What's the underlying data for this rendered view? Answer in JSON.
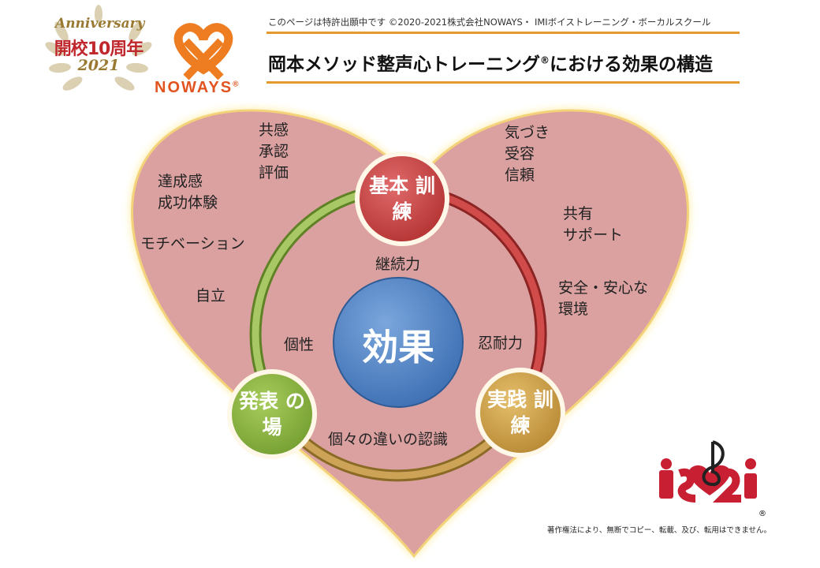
{
  "header": {
    "notice": "このページは特許出願中です ©2020-2021株式会社NOWAYS・ IMIボイストレーニング・ボーカルスクール",
    "title": "岡本メソッド整声心トレーニング",
    "title_mark": "®",
    "title_suffix": "における効果の構造"
  },
  "anniversary": {
    "line1": "Anniversary",
    "line2": "開校10周年",
    "year": "2021"
  },
  "brand": {
    "name": "NOWAYS",
    "mark": "®"
  },
  "diagram": {
    "center": "効果",
    "nodes": {
      "basic": "基本\n訓練",
      "practice": "実践\n訓練",
      "presentation": "発表\nの場"
    },
    "links": {
      "basic_practice": "忍耐力",
      "basic_center": "継続力",
      "presentation_basic": "個性",
      "practice_presentation": "個々の違いの認識"
    },
    "outer_labels": {
      "empathy": "共感\n承認\n評価",
      "achievement": "達成感\n成功体験",
      "motivation": "モチベーション",
      "independence": "自立",
      "awareness": "気づき\n受容\n信頼",
      "sharing": "共有\nサポート",
      "safety": "安全・安心な\n環境"
    }
  },
  "footer": {
    "logo_text": "IMI",
    "mark": "®",
    "copyright": "著作権法により、無断でコピー、転載、及び、転用はできません。"
  },
  "colors": {
    "heart_fill": "#dba1a1",
    "heart_glow": "#ffe36a",
    "basic_node": "#c84545",
    "practice_node": "#d0a24a",
    "presentation_node": "#8bb441",
    "center_node": "#4d80c4",
    "accent_rule": "#e39a2c",
    "brand_orange": "#e2541f"
  }
}
